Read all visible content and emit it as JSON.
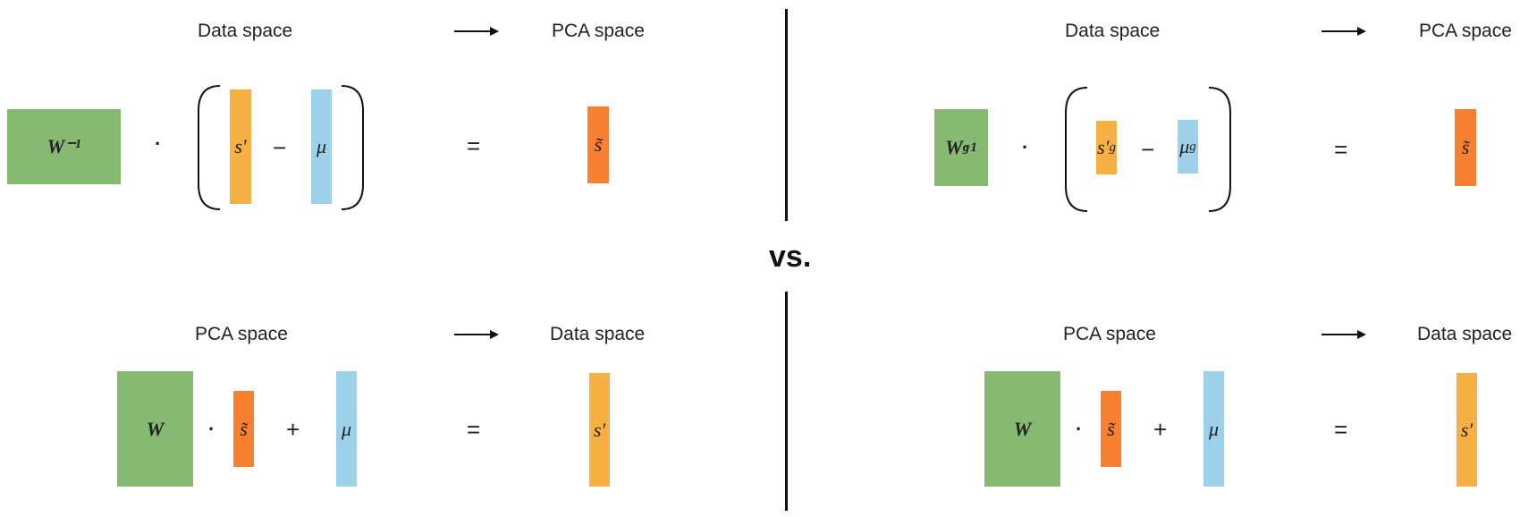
{
  "top_left": {
    "from_label": "Data space",
    "to_label": "PCA space",
    "matrix": "W⁻¹",
    "dot": "·",
    "vec1": "s′",
    "minus": "−",
    "vec2": "μ",
    "equals": "=",
    "result": "s̃"
  },
  "top_right": {
    "from_label": "Data space",
    "to_label": "PCA space",
    "matrix_base": "W",
    "matrix_sub": "g",
    "matrix_sup": "−1",
    "dot": "·",
    "vec1_base": "s′",
    "vec1_sub": "g",
    "minus": "−",
    "vec2_base": "μ",
    "vec2_sub": "g",
    "equals": "=",
    "result": "s̃"
  },
  "vs_label": "vs.",
  "bottom_left": {
    "from_label": "PCA space",
    "to_label": "Data space",
    "matrix": "W",
    "dot": "·",
    "vec1": "s̃",
    "plus": "+",
    "vec2": "μ",
    "equals": "=",
    "result": "s′"
  },
  "bottom_right": {
    "from_label": "PCA space",
    "to_label": "Data space",
    "matrix": "W",
    "dot": "·",
    "vec1": "s̃",
    "plus": "+",
    "vec2": "μ",
    "equals": "=",
    "result": "s′"
  },
  "colors": {
    "matrix": "#86b972",
    "data_vector": "#f6b043",
    "mean_vector": "#9dd1ea",
    "pca_vector": "#f78031"
  }
}
